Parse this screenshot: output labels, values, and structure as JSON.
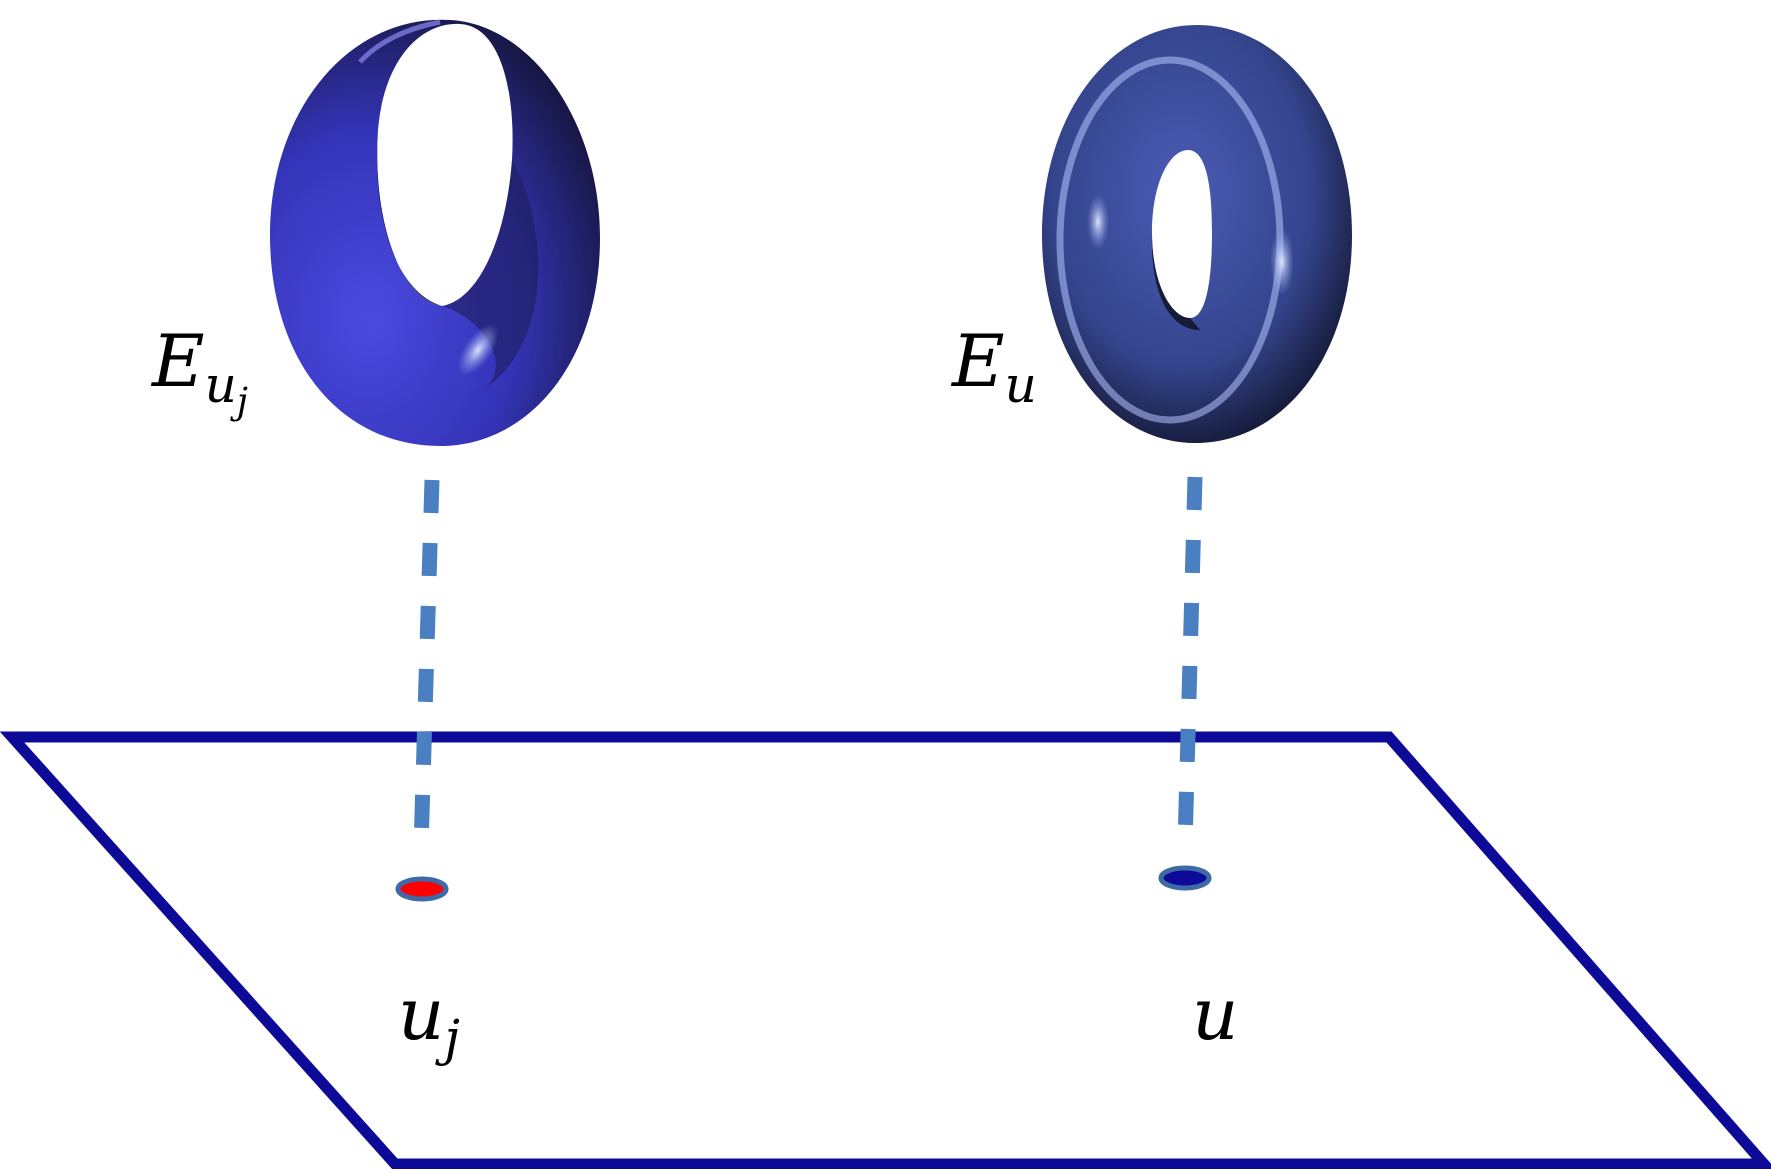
{
  "labels": {
    "fiber_left": {
      "base": "E",
      "sub": "u",
      "subsub": "j"
    },
    "fiber_right": {
      "base": "E",
      "sub": "u"
    },
    "point_left": {
      "base": "u",
      "sub": "j"
    },
    "point_right": {
      "base": "u"
    }
  },
  "colors": {
    "plane": "#0c0a96",
    "dashes": "#4a7fc1",
    "point_left_fill": "#ff0000",
    "point_right_fill": "#0c0a96",
    "point_stroke": "#3f6aa8",
    "torus_left": "#4545d6",
    "torus_right": "#3d4f9c"
  },
  "icons": {
    "fiber_left": "pinched-torus-surface",
    "fiber_right": "torus-surface",
    "point_left": "marked-point",
    "point_right": "base-point"
  }
}
